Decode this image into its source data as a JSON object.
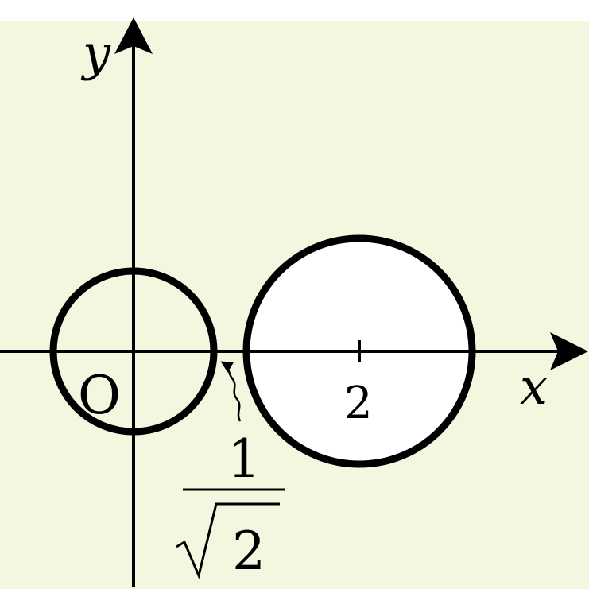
{
  "colors": {
    "background": "#f2f7e0",
    "page": "#ffffff",
    "stroke": "#000000",
    "region_fill": "#ffffff"
  },
  "axes": {
    "x_label": "x",
    "y_label": "y",
    "origin_label": "O"
  },
  "circles": [
    {
      "name": "unit-circle",
      "center": [
        0,
        0
      ],
      "radius": 0.707
    },
    {
      "name": "right-circle",
      "center": [
        2,
        0
      ],
      "radius": 1
    }
  ],
  "ticks": [
    {
      "value": 2,
      "label": "2"
    }
  ],
  "annotation": {
    "numerator": "1",
    "denominator": "2",
    "radical_symbol": "√",
    "points_to": [
      0.707,
      0
    ]
  }
}
